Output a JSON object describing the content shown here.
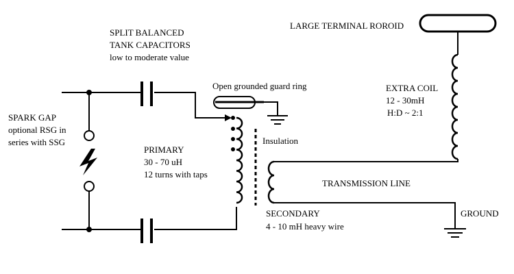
{
  "labels": {
    "split_caps": [
      "SPLIT BALANCED",
      "TANK CAPACITORS",
      "low to moderate value"
    ],
    "terminal": "LARGE TERMINAL ROROID",
    "guard_ring": "Open grounded guard ring",
    "extra_coil": [
      "EXTRA COIL",
      "12 - 30mH",
      "H:D ~ 2:1"
    ],
    "spark_gap": [
      "SPARK GAP",
      "optional RSG in",
      "series with SSG"
    ],
    "insulation": "Insulation",
    "primary": [
      "PRIMARY",
      "30 - 70 uH",
      "12 turns with taps"
    ],
    "transmission_line": "TRANSMISSION LINE",
    "secondary": [
      "SECONDARY",
      "4 - 10 mH heavy wire"
    ],
    "ground": "GROUND"
  }
}
